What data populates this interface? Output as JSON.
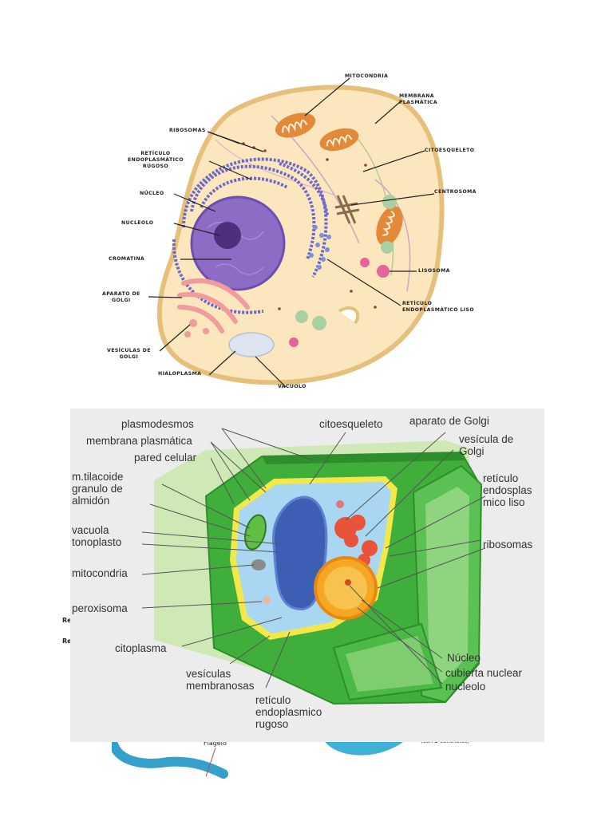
{
  "animal_cell": {
    "labels": {
      "mitocondria": "MITOCONDRIA",
      "membrana_plasmatica": "MEMBRANA\nPLASMÁTICA",
      "ribosomas": "RIBOSOMAS",
      "reticulo_rugoso": "RETÍCULO\nENDOPLASMÁTICO\nRUGOSO",
      "citoesqueleto": "CITOESQUELETO",
      "nucleo": "NÚCLEO",
      "centrosoma": "CENTROSOMA",
      "nucleolo": "NUCLEOLO",
      "cromatina": "CROMATINA",
      "lisosoma": "LISOSOMA",
      "aparato_golgi": "APARATO DE\nGOLGI",
      "reticulo_liso": "RETÍCULO\nENDOPLASMÁTICO LISO",
      "vesiculas_golgi": "VESÍCULAS DE\nGOLGI",
      "hialoplasma": "HIALOPLASMA",
      "vacuolo": "VACUOLO"
    },
    "colors": {
      "membrane": "#e6c07a",
      "cytoplasm": "#fbe6bd",
      "nucleus": "#8c6cc4",
      "nucleolus": "#4e2f7e",
      "er": "#6b69c9",
      "mitochondria": "#e28a3a",
      "golgi": "#f19c9c",
      "lysosome": "#e8629b",
      "vacuole": "#dde3ef"
    }
  },
  "plant_cell": {
    "labels": {
      "plasmodesmos": "plasmodesmos",
      "membrana_plasmatica": "membrana plasmática",
      "pared_celular": "pared celular",
      "tilacoide": "m.tilacoide\ngranulo de\nalmidón",
      "vacuola": "vacuola\ntonoplasto",
      "mitocondria": "mitocondria",
      "peroxisoma": "peroxisoma",
      "citoplasma": "citoplasma",
      "vesiculas_membranosas": "vesículas\nmembranosas",
      "reticulo_rugoso": "retículo\nendoplasmico\nrugoso",
      "citoesqueleto": "citoesqueleto",
      "aparato_golgi": "aparato de Golgi",
      "vesicula_golgi": "vesícula de\nGolgi",
      "reticulo_liso": "retículo\nendosplas\nmico liso",
      "ribosomas": "ribosomas",
      "nucleo": "Núcleo",
      "cubierta_nuclear": "cubierta nuclear",
      "nucleolo": "nucleolo"
    },
    "colors": {
      "wall": "#3fae3a",
      "wall_light": "#a6d98a",
      "membrane": "#f2e84a",
      "vacuole": "#3d5fb3",
      "cytoplasm": "#a9d6f0",
      "nucleus": "#f5a623"
    }
  },
  "background_fragments": {
    "re1": "Re",
    "re2": "Re",
    "flagelo": "Flagelo",
    "centriolos": "(con 2 centríolos)"
  }
}
